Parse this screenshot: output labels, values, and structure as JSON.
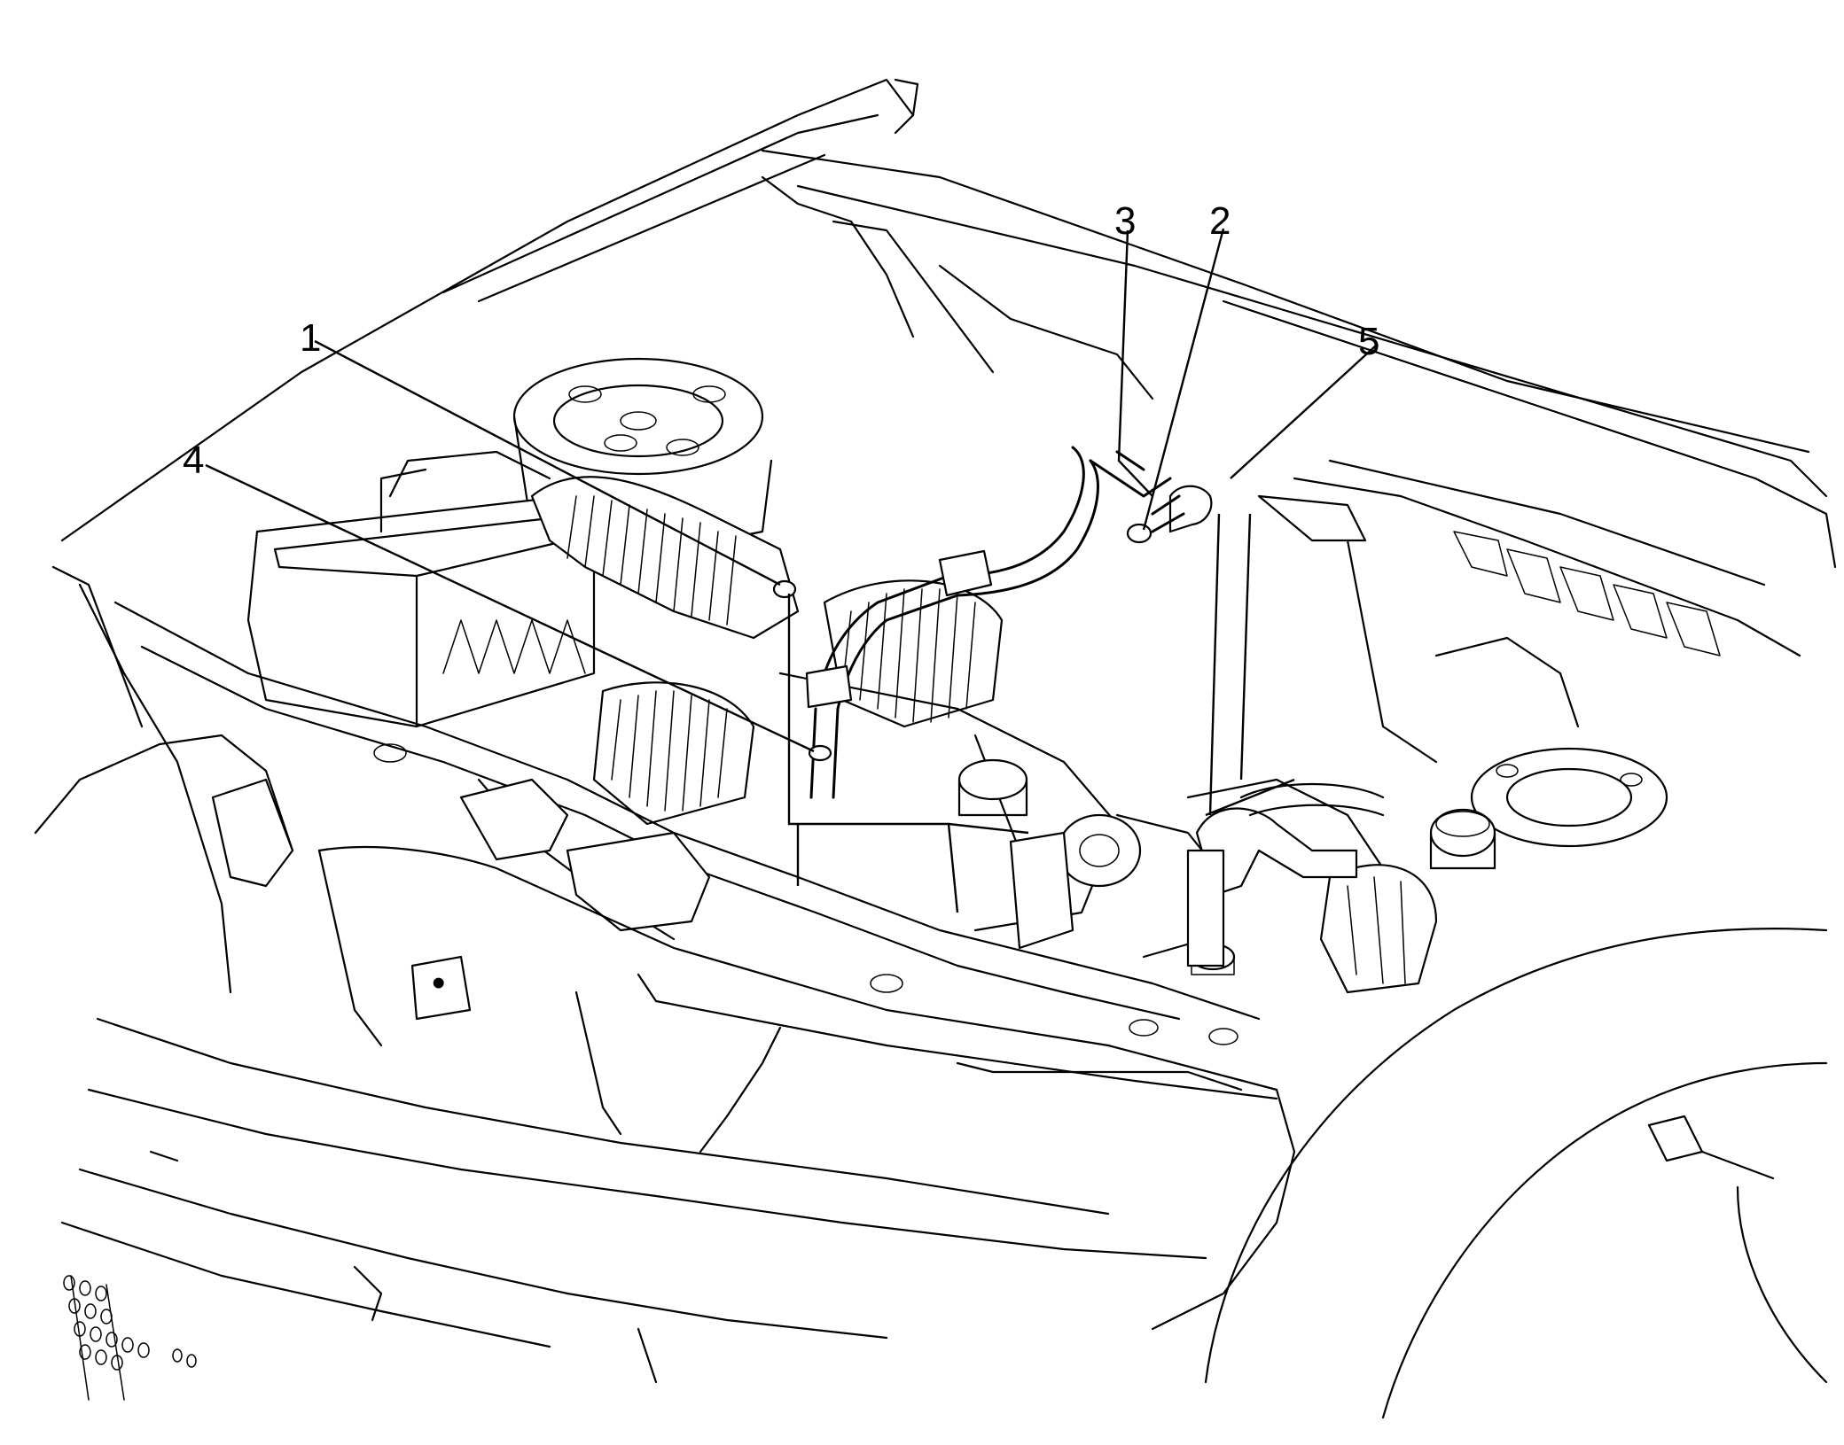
{
  "callouts": [
    {
      "id": "callout-1",
      "label": "1"
    },
    {
      "id": "callout-2",
      "label": "2"
    },
    {
      "id": "callout-3",
      "label": "3"
    },
    {
      "id": "callout-4",
      "label": "4"
    },
    {
      "id": "callout-5",
      "label": "5"
    }
  ],
  "badge_text": "•"
}
